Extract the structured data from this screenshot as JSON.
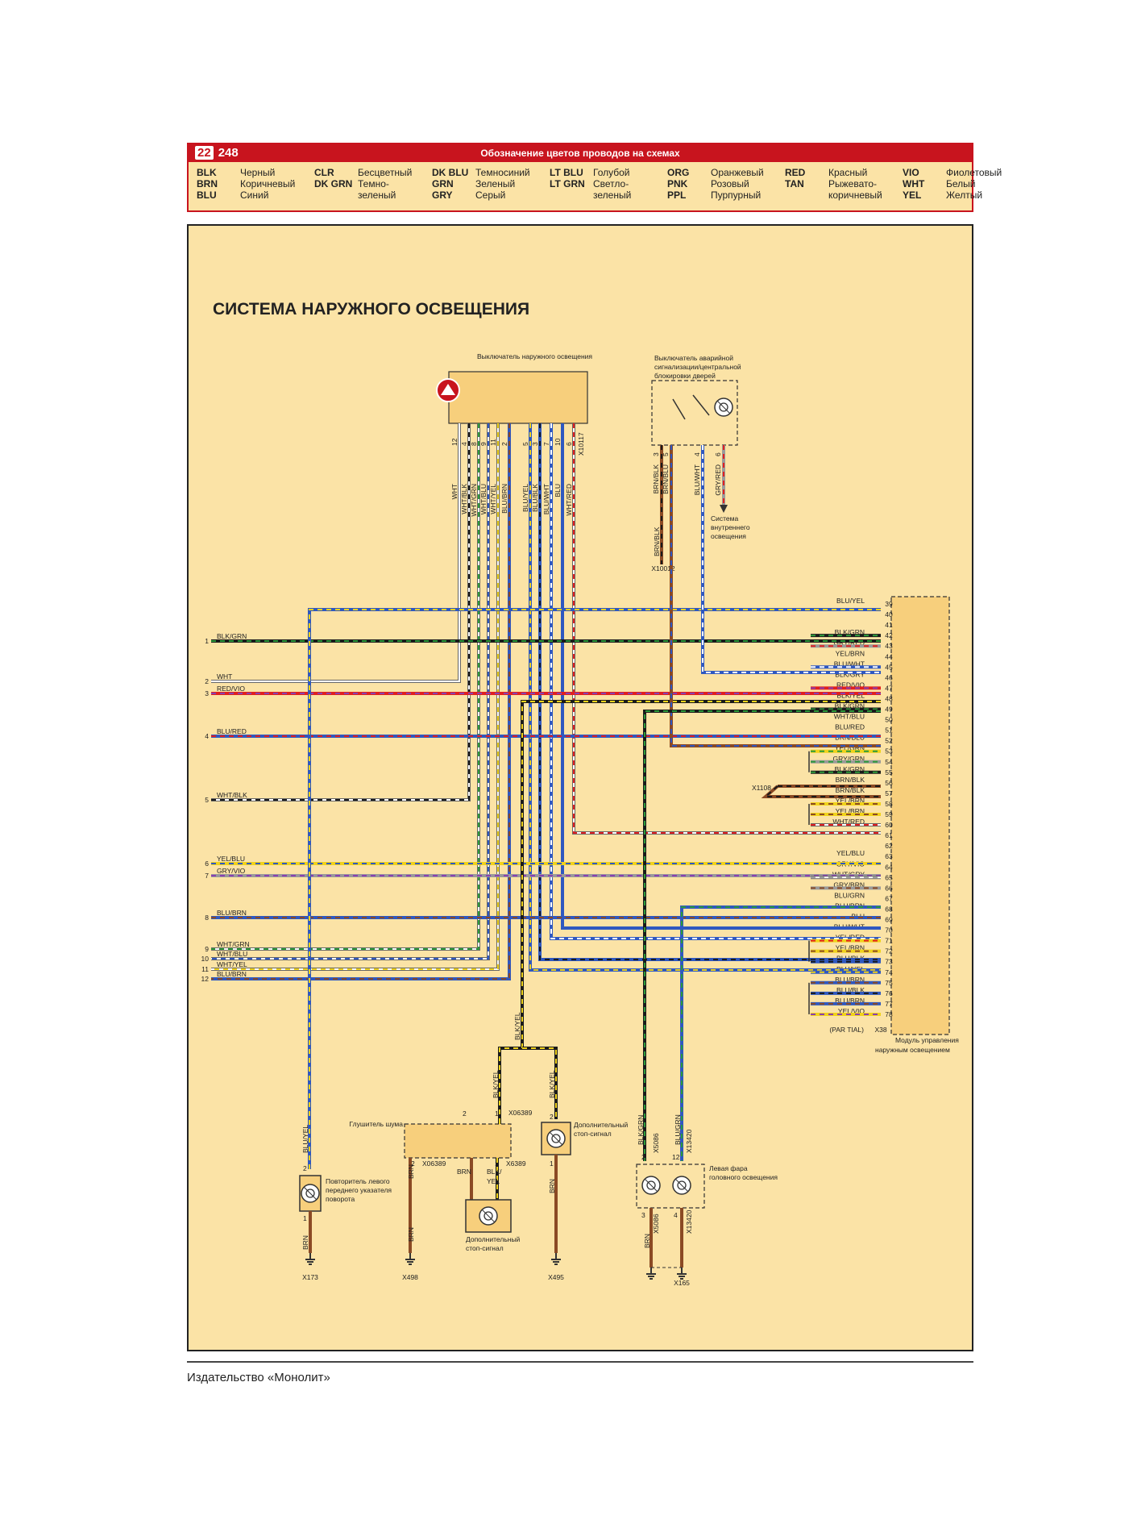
{
  "header": {
    "chapter": "22",
    "page": "248",
    "title": "Обозначение цветов проводов на схемах",
    "color_codes": [
      [
        {
          "code": "BLK",
          "name": "Черный"
        },
        {
          "code": "BRN",
          "name": "Коричневый"
        },
        {
          "code": "BLU",
          "name": "Синий"
        }
      ],
      [
        {
          "code": "CLR",
          "name": "Бесцветный"
        },
        {
          "code": "DK GRN",
          "name": "Темно-"
        },
        {
          "code": "",
          "name": "зеленый"
        }
      ],
      [
        {
          "code": "DK BLU",
          "name": "Темносиний"
        },
        {
          "code": "GRN",
          "name": "Зеленый"
        },
        {
          "code": "GRY",
          "name": "Серый"
        }
      ],
      [
        {
          "code": "LT BLU",
          "name": "Голубой"
        },
        {
          "code": "LT GRN",
          "name": "Светло-"
        },
        {
          "code": "",
          "name": "зеленый"
        }
      ],
      [
        {
          "code": "ORG",
          "name": "Оранжевый"
        },
        {
          "code": "PNK",
          "name": "Розовый"
        },
        {
          "code": "PPL",
          "name": "Пурпурный"
        }
      ],
      [
        {
          "code": "RED",
          "name": "Красный"
        },
        {
          "code": "TAN",
          "name": "Рыжевато-"
        },
        {
          "code": "",
          "name": "коричневый"
        }
      ],
      [
        {
          "code": "VIO",
          "name": "Фиолетовый"
        },
        {
          "code": "WHT",
          "name": "Белый"
        },
        {
          "code": "YEL",
          "name": "Желтый"
        }
      ]
    ]
  },
  "diagram": {
    "title": "СИСТЕМА НАРУЖНОГО ОСВЕЩЕНИЯ",
    "components": {
      "light_switch": "Выключатель наружного освещения",
      "light_switch_connector": "X10117",
      "hazard_switch_1": "Выключатель аварийной",
      "hazard_switch_2": "сигнализации/центральной",
      "hazard_switch_3": "блокировки дверей",
      "interior_1": "Система",
      "interior_2": "внутреннего",
      "interior_3": "освещения",
      "module_1": "Модуль управления",
      "module_2": "наружным освещением",
      "module_connector": "X38",
      "par_tial": "(PAR TIAL)",
      "silencer": "Глушитель шума",
      "repeater_1": "Повторитель левого",
      "repeater_2": "переднего указателя",
      "repeater_3": "поворота",
      "stop_1a": "Дополнительный",
      "stop_1b": "стоп-сигнал",
      "stop_2a": "Дополнительный",
      "stop_2b": "стоп-сигнал",
      "headlamp_1": "Левая фара",
      "headlamp_2": "головного освещения"
    },
    "connectors": {
      "x10012": "X10012",
      "x1108": "X1108",
      "x06389a": "X06389",
      "x06389b": "X06389",
      "x6389": "X6389",
      "x5086a": "X5086",
      "x5086b": "X5086",
      "x13420a": "X13420",
      "x13420b": "X13420",
      "x173": "X173",
      "x498": "X498",
      "x495": "X495",
      "x165": "X165"
    },
    "switch_pins": [
      {
        "pin": "12",
        "wire": "WHT"
      },
      {
        "pin": "4",
        "wire": "WHT/BLK"
      },
      {
        "pin": "8",
        "wire": "WHT/GRN"
      },
      {
        "pin": "9",
        "wire": "WHT/BLU"
      },
      {
        "pin": "11",
        "wire": "WHT/YEL"
      },
      {
        "pin": "2",
        "wire": "BLU/BRN"
      },
      {
        "pin": "5",
        "wire": "BLU/YEL"
      },
      {
        "pin": "3",
        "wire": "BLU/BLK"
      },
      {
        "pin": "7",
        "wire": "BLU/WHT"
      },
      {
        "pin": "10",
        "wire": "BLU"
      },
      {
        "pin": "6",
        "wire": "WHT/RED"
      }
    ],
    "hazard_pins": [
      {
        "pin": "3",
        "wire": "BRN/BLK"
      },
      {
        "pin": "5",
        "wire": "BRN/BLU"
      },
      {
        "pin": "4",
        "wire": "BLU/WHT"
      },
      {
        "pin": "6",
        "wire": "GRY/RED"
      }
    ],
    "vertical_wires": {
      "brn_blk": "BRN/BLK",
      "blk_yel_main": "BLK/YEL",
      "blk_yel_left": "BLK/YEL",
      "blk_yel_right": "BLK/YEL",
      "blu_yel_repeater": "BLU/YEL",
      "blk_grn_lamp": "BLK/GRN",
      "blu_grn_lamp": "BLU/GRN",
      "brn_1": "BRN",
      "brn_2": "BRN",
      "brn_3": "BRN",
      "brn_4": "BRN",
      "brn_5": "BRN",
      "brn_6": "BRN",
      "blk_yel_stop": "BLK/",
      "blk_yel_stop2": "YEL"
    },
    "pin_numbers": {
      "sil_2": "2",
      "sil_1": "1",
      "sil_2b": "2",
      "sil_1b": "1",
      "stop_2": "2",
      "stop_1": "1",
      "rep_2": "2",
      "rep_1": "1",
      "lamp_2": "2",
      "lamp_12": "12",
      "lamp_3": "3",
      "lamp_4": "4"
    },
    "left_pins": [
      {
        "num": "1",
        "wire": "BLK/GRN"
      },
      {
        "num": "2",
        "wire": "WHT"
      },
      {
        "num": "3",
        "wire": "RED/VIO"
      },
      {
        "num": "4",
        "wire": "BLU/RED"
      },
      {
        "num": "5",
        "wire": "WHT/BLK"
      },
      {
        "num": "6",
        "wire": "YEL/BLU"
      },
      {
        "num": "7",
        "wire": "GRY/VIO"
      },
      {
        "num": "8",
        "wire": "BLU/BRN"
      },
      {
        "num": "9",
        "wire": "WHT/GRN"
      },
      {
        "num": "10",
        "wire": "WHT/BLU"
      },
      {
        "num": "11",
        "wire": "WHT/YEL"
      },
      {
        "num": "12",
        "wire": "BLU/BRN"
      }
    ],
    "module_pins": [
      {
        "num": "39",
        "wire": "BLU/YEL"
      },
      {
        "num": "40",
        "wire": ""
      },
      {
        "num": "41",
        "wire": ""
      },
      {
        "num": "42",
        "wire": "BLK/GRN"
      },
      {
        "num": "43",
        "wire": "GRY/RED"
      },
      {
        "num": "44",
        "wire": "YEL/BRN"
      },
      {
        "num": "45",
        "wire": "BLU/WHT"
      },
      {
        "num": "46",
        "wire": "BLK/GRY"
      },
      {
        "num": "47",
        "wire": "RED/VIO"
      },
      {
        "num": "48",
        "wire": "BLK/YEL"
      },
      {
        "num": "49",
        "wire": "BLK/GRN"
      },
      {
        "num": "50",
        "wire": "WHT/BLU"
      },
      {
        "num": "51",
        "wire": "BLU/RED"
      },
      {
        "num": "52",
        "wire": "BRN/BLU"
      },
      {
        "num": "53",
        "wire": "YEL/GRN"
      },
      {
        "num": "54",
        "wire": "GRY/GRN"
      },
      {
        "num": "55",
        "wire": "BLK/GRN"
      },
      {
        "num": "56",
        "wire": "BRN/BLK"
      },
      {
        "num": "57",
        "wire": "BRN/BLK"
      },
      {
        "num": "58",
        "wire": "YEL/BRN"
      },
      {
        "num": "59",
        "wire": "YEL/BRN"
      },
      {
        "num": "60",
        "wire": "WHT/RED"
      },
      {
        "num": "61",
        "wire": ""
      },
      {
        "num": "62",
        "wire": ""
      },
      {
        "num": "63",
        "wire": "YEL/BLU"
      },
      {
        "num": "64",
        "wire": "GRY/VIO"
      },
      {
        "num": "65",
        "wire": "WHT/GRY"
      },
      {
        "num": "66",
        "wire": "GRY/BRN"
      },
      {
        "num": "67",
        "wire": "BLU/GRN"
      },
      {
        "num": "68",
        "wire": "BLU/BRN"
      },
      {
        "num": "69",
        "wire": "BLU"
      },
      {
        "num": "70",
        "wire": "BLU/WHT"
      },
      {
        "num": "71",
        "wire": "YEL/RED"
      },
      {
        "num": "72",
        "wire": "YEL/BRN"
      },
      {
        "num": "73",
        "wire": "BLU/BLK"
      },
      {
        "num": "74",
        "wire": "BLU/YEL"
      },
      {
        "num": "75",
        "wire": "BLU/BRN"
      },
      {
        "num": "76",
        "wire": "BLU/BLK"
      },
      {
        "num": "77",
        "wire": "BLU/BRN"
      },
      {
        "num": "78",
        "wire": "YEL/VIO"
      }
    ],
    "colors": {
      "BLK": "#1a1a1a",
      "BRN": "#8b4a24",
      "BLU": "#2f58c0",
      "WHT": "#ffffff",
      "GRN": "#2e9a3a",
      "YEL": "#f0d21a",
      "RED": "#e02020",
      "VIO": "#8a3fb0",
      "GRY": "#9a9a9a"
    }
  },
  "footer": {
    "publisher": "Издательство «Монолит»"
  }
}
